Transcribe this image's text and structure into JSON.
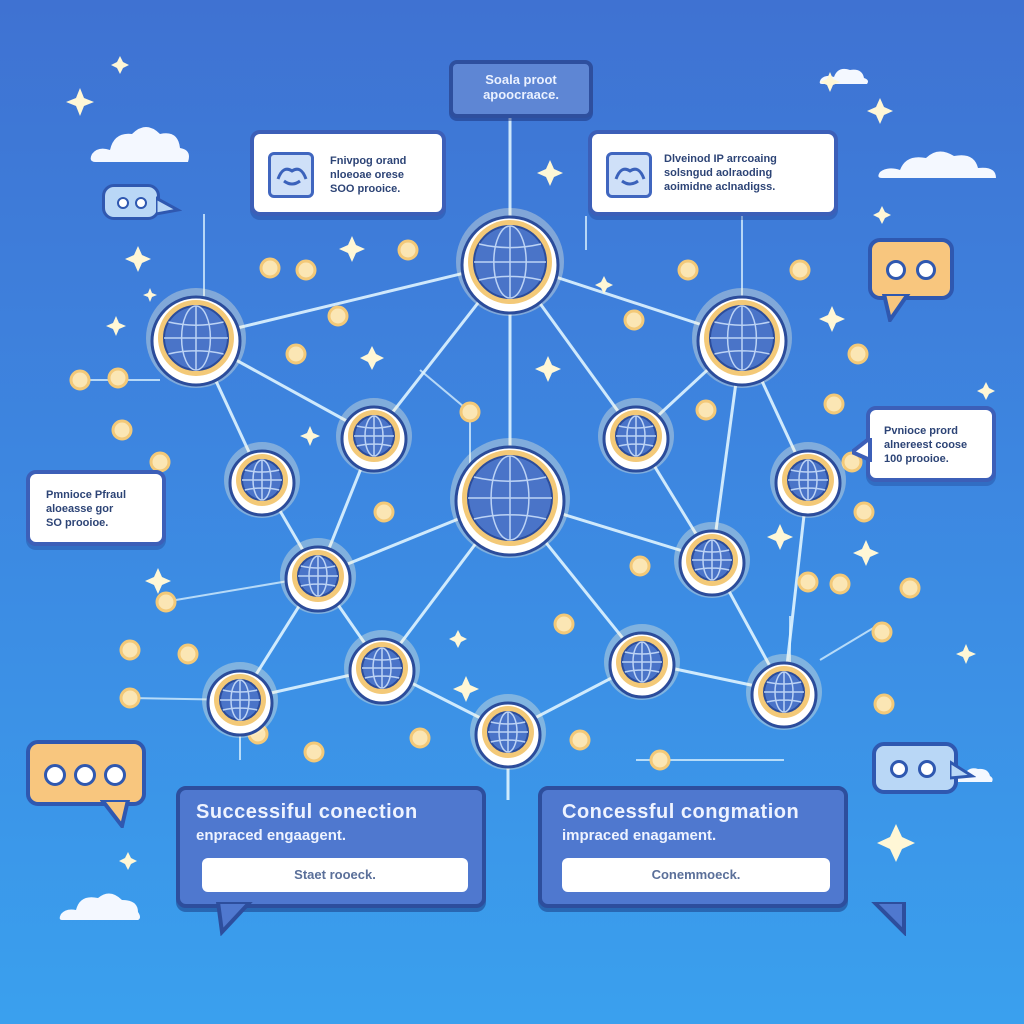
{
  "top_tag": {
    "line1": "Soala proot",
    "line2": "apoocraace."
  },
  "cards": {
    "upper_left": {
      "line1": "Fnivpog orand",
      "line2": "nloeoae orese",
      "line3": "SOO prooice."
    },
    "upper_right": {
      "line1": "Dlveinod IP arrcoaing",
      "line2": "solsngud aolraoding",
      "line3": "aoimidne aclnadigss."
    },
    "mid_left": {
      "line1": "Pmnioce Pfraul",
      "line2": "aloeasse gor",
      "line3": "SO prooioe."
    },
    "mid_right": {
      "line1": "Pvnioce prord",
      "line2": "alnereest coose",
      "line3": "100 prooioe."
    }
  },
  "bubbles": {
    "left": {
      "title": "Successiful conection",
      "subtitle": "enpraced engaagent.",
      "button": "Staet rooeck."
    },
    "right": {
      "title": "Concessful congmation",
      "subtitle": "impraced enagament.",
      "button": "Conemmoeck."
    }
  },
  "colors": {
    "background_top": "#3f72d2",
    "background_bottom": "#3aa0ee",
    "link_line": "#dff4ff",
    "node_ring": "#f3c978",
    "globe": "#4a74c8",
    "chat_orange": "#f8c67e",
    "chat_blue": "#b9d7f6"
  }
}
